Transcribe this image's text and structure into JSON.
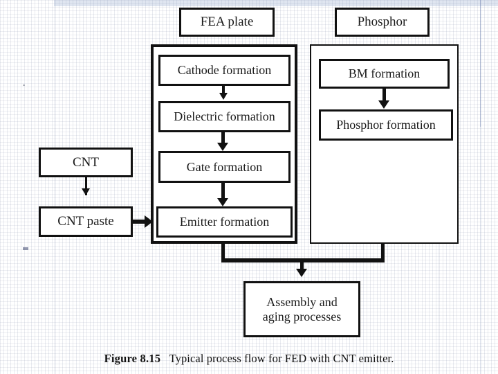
{
  "figure": {
    "caption_label": "Figure 8.15",
    "caption_text": "Typical process flow for FED with CNT emitter.",
    "ink_color": "#111111",
    "background_color": "#ffffff"
  },
  "diagram": {
    "type": "process-flowchart",
    "title_boxes": [
      {
        "id": "fea-plate",
        "label": "FEA plate"
      },
      {
        "id": "phosphor",
        "label": "Phosphor"
      }
    ],
    "groups": [
      {
        "id": "fea-group",
        "header": "FEA plate",
        "border_weight": "thick",
        "steps": [
          {
            "id": "cathode-formation",
            "label": "Cathode formation"
          },
          {
            "id": "dielectric-formation",
            "label": "Dielectric formation"
          },
          {
            "id": "gate-formation",
            "label": "Gate formation"
          },
          {
            "id": "emitter-formation",
            "label": "Emitter formation"
          }
        ]
      },
      {
        "id": "phosphor-group",
        "header": "Phosphor",
        "border_weight": "thin",
        "steps": [
          {
            "id": "bm-formation",
            "label": "BM formation"
          },
          {
            "id": "phosphor-formation",
            "label": "Phosphor formation"
          }
        ]
      }
    ],
    "input_chain": [
      {
        "id": "cnt",
        "label": "CNT"
      },
      {
        "id": "cnt-paste",
        "label": "CNT paste"
      }
    ],
    "output": {
      "id": "assembly-aging",
      "label": "Assembly and\naging processes"
    },
    "connections": [
      {
        "from": "cathode-formation",
        "to": "dielectric-formation",
        "kind": "arrow-down"
      },
      {
        "from": "dielectric-formation",
        "to": "gate-formation",
        "kind": "arrow-down"
      },
      {
        "from": "gate-formation",
        "to": "emitter-formation",
        "kind": "arrow-down"
      },
      {
        "from": "bm-formation",
        "to": "phosphor-formation",
        "kind": "arrow-down"
      },
      {
        "from": "cnt",
        "to": "cnt-paste",
        "kind": "arrow-down"
      },
      {
        "from": "cnt-paste",
        "to": "emitter-formation",
        "kind": "arrow-right"
      },
      {
        "from": "fea-group",
        "to": "assembly-aging",
        "kind": "merge-down"
      },
      {
        "from": "phosphor-group",
        "to": "assembly-aging",
        "kind": "merge-down"
      }
    ]
  }
}
